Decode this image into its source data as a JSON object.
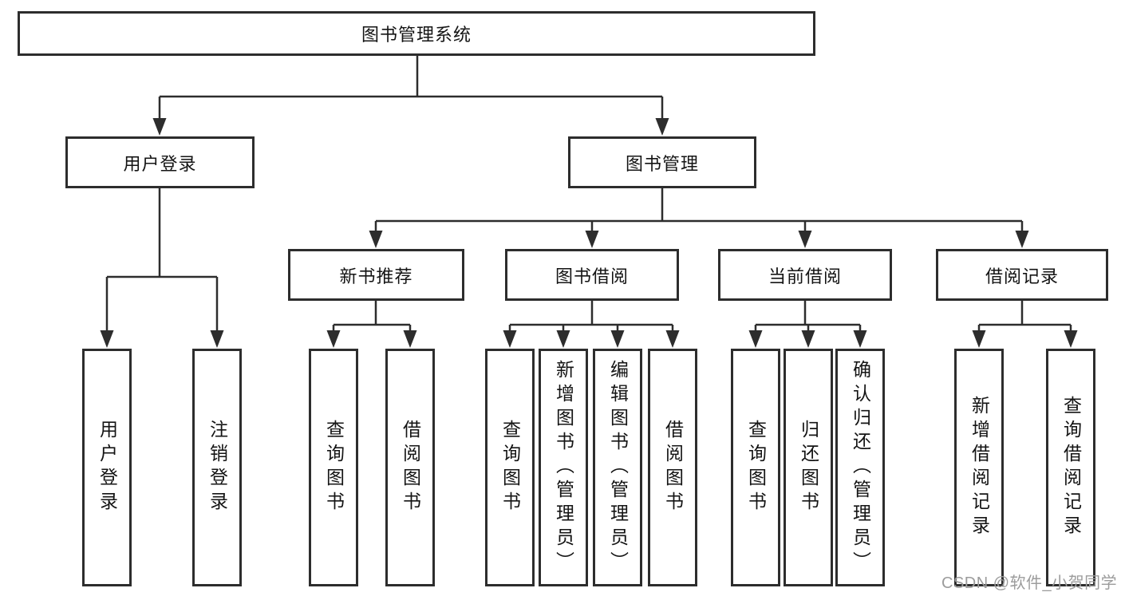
{
  "diagram": {
    "title_node": {
      "label": "图书管理系统"
    },
    "level2": [
      {
        "label": "用户登录"
      },
      {
        "label": "图书管理"
      }
    ],
    "level3": [
      {
        "label": "新书推荐"
      },
      {
        "label": "图书借阅"
      },
      {
        "label": "当前借阅"
      },
      {
        "label": "借阅记录"
      }
    ],
    "leaves": [
      {
        "label": "用户登录"
      },
      {
        "label": "注销登录"
      },
      {
        "label": "查询图书"
      },
      {
        "label": "借阅图书"
      },
      {
        "label": "查询图书"
      },
      {
        "label": "新增图书（管理员）"
      },
      {
        "label": "编辑图书（管理员）"
      },
      {
        "label": "借阅图书"
      },
      {
        "label": "查询图书"
      },
      {
        "label": "归还图书"
      },
      {
        "label": "确认归还（管理员）"
      },
      {
        "label": "新增借阅记录"
      },
      {
        "label": "查询借阅记录"
      }
    ]
  },
  "watermark": {
    "text": "CSDN @软件_小贺同学"
  },
  "colors": {
    "line": "#2d2d2d",
    "box_border": "#2d2d2d",
    "box_fill": "#ffffff",
    "text": "#141414",
    "watermark": "#9c9c9c",
    "background": "#ffffff"
  }
}
